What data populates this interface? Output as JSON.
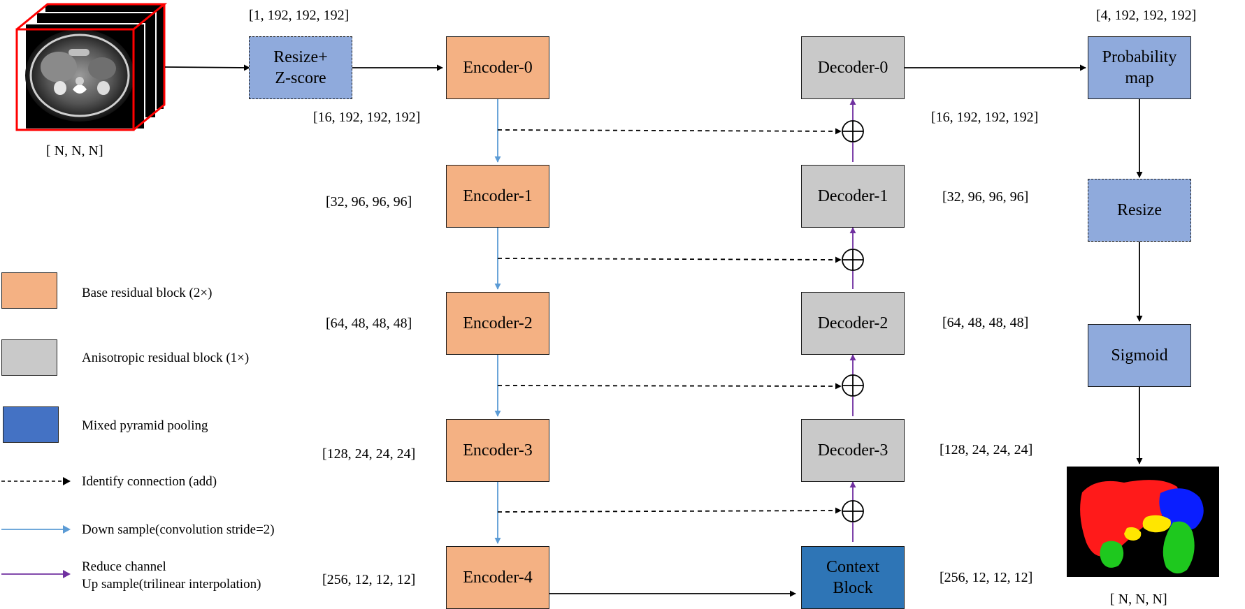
{
  "input": {
    "dims_label": "[ N, N, N]"
  },
  "preprocess": {
    "box_label": "Resize+\nZ-score",
    "shape_in": "[1, 192, 192, 192]"
  },
  "encoders": [
    {
      "label": "Encoder-0",
      "shape": "[16, 192, 192, 192]"
    },
    {
      "label": "Encoder-1",
      "shape": "[32, 96, 96, 96]"
    },
    {
      "label": "Encoder-2",
      "shape": "[64, 48, 48, 48]"
    },
    {
      "label": "Encoder-3",
      "shape": "[128, 24, 24, 24]"
    },
    {
      "label": "Encoder-4",
      "shape": "[256, 12, 12, 12]"
    }
  ],
  "decoders": [
    {
      "label": "Decoder-0",
      "shape": "[16, 192, 192, 192]"
    },
    {
      "label": "Decoder-1",
      "shape": "[32, 96, 96, 96]"
    },
    {
      "label": "Decoder-2",
      "shape": "[64, 48, 48, 48]"
    },
    {
      "label": "Decoder-3",
      "shape": "[128, 24, 24, 24]"
    }
  ],
  "context": {
    "label": "Context\nBlock",
    "shape": "[256, 12, 12, 12]"
  },
  "postprocess": {
    "prob_label": "Probability\nmap",
    "prob_shape": "[4, 192, 192, 192]",
    "resize_label": "Resize",
    "sigmoid_label": "Sigmoid",
    "output_dims": "[ N, N, N]"
  },
  "legend": {
    "base_residual": "Base residual block (2×)",
    "anisotropic_residual": "Anisotropic residual block (1×)",
    "mixed_pyramid": "Mixed pyramid pooling",
    "identify_connection": "Identify  connection (add)",
    "down_sample": "Down sample(convolution stride=2)",
    "reduce_channel": "Reduce channel",
    "up_sample": "Up sample(trilinear interpolation)"
  },
  "colors": {
    "encoder": "#f4b183",
    "decoder": "#c9c9c9",
    "light_blue": "#8faadc",
    "context": "#2e75b6",
    "down_arrow": "#5b9bd5",
    "up_arrow": "#7030a0",
    "input_frame": "#ff0000"
  }
}
